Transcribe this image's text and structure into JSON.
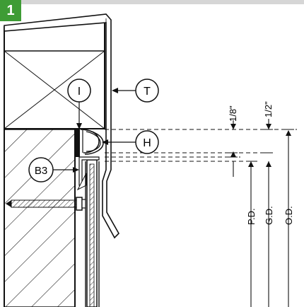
{
  "figure": {
    "number": "1",
    "accent_color": "#3e9c35",
    "callouts": {
      "i": "I",
      "t": "T",
      "h": "H",
      "b3": "B3"
    },
    "dimensions": {
      "eighth": "1/8\"",
      "half": "1/2\"",
      "pd": "P.D.",
      "gd": "G.D.",
      "od": "O.D."
    }
  }
}
